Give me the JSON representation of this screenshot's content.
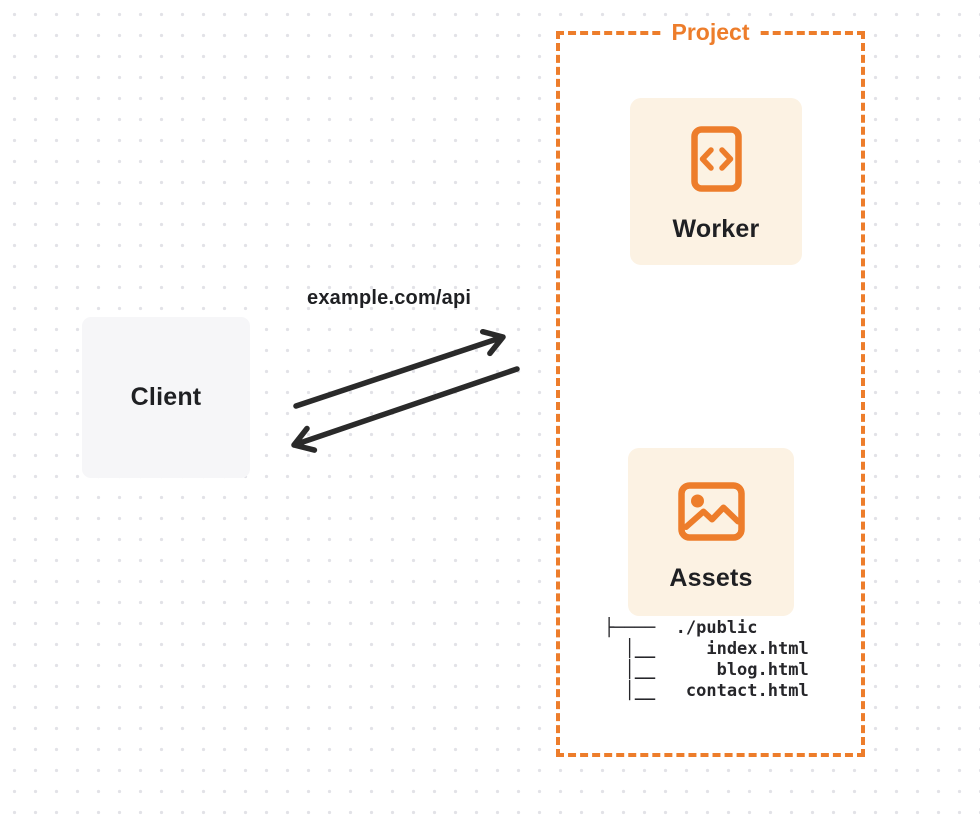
{
  "colors": {
    "accent_orange": "#ed7d2b",
    "node_fill_cream": "#fcf2e3",
    "client_fill_gray": "#f6f6f8",
    "ink": "#1f2023",
    "arrow": "#2a2a2a",
    "grid_dot": "#e2e2e7"
  },
  "client": {
    "label": "Client"
  },
  "connection": {
    "request_label": "example.com/api"
  },
  "project": {
    "title": "Project",
    "nodes": [
      {
        "id": "worker",
        "label": "Worker",
        "icon": "code-file-icon"
      },
      {
        "id": "assets",
        "label": "Assets",
        "icon": "image-icon"
      }
    ],
    "file_tree": {
      "entries": [
        "./public",
        "index.html",
        "blog.html",
        "contact.html"
      ],
      "lines": [
        "├────  ./public",
        "  │__     index.html",
        "  │__      blog.html",
        "  │__   contact.html"
      ]
    }
  }
}
